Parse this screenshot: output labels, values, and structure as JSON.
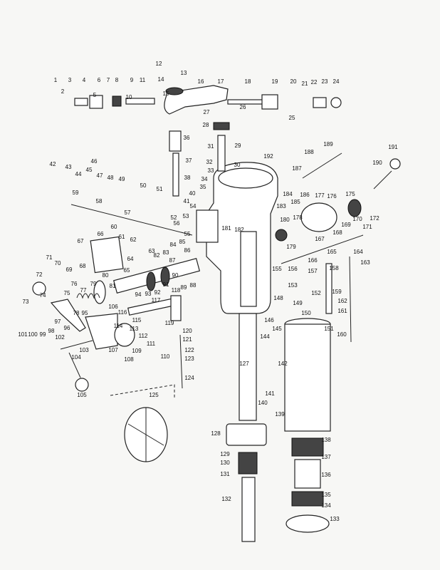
{
  "diagram": {
    "part_numbers": [
      "1",
      "2",
      "3",
      "4",
      "5",
      "6",
      "7",
      "8",
      "9",
      "10",
      "11",
      "12",
      "13",
      "14",
      "15",
      "16",
      "17",
      "18",
      "19",
      "20",
      "21",
      "22",
      "23",
      "24",
      "25",
      "26",
      "27",
      "28",
      "29",
      "30",
      "31",
      "32",
      "33",
      "34",
      "35",
      "36",
      "37",
      "38",
      "40",
      "41",
      "42",
      "43",
      "44",
      "45",
      "46",
      "47",
      "48",
      "49",
      "50",
      "51",
      "52",
      "53",
      "54",
      "55",
      "56",
      "57",
      "58",
      "59",
      "60",
      "61",
      "62",
      "63",
      "64",
      "65",
      "66",
      "67",
      "68",
      "69",
      "70",
      "71",
      "72",
      "73",
      "74",
      "75",
      "76",
      "77",
      "78",
      "79",
      "80",
      "81",
      "82",
      "83",
      "84",
      "85",
      "86",
      "87",
      "88",
      "89",
      "90",
      "91",
      "92",
      "93",
      "94",
      "95",
      "96",
      "97",
      "98",
      "99",
      "100",
      "101",
      "102",
      "103",
      "104",
      "105",
      "106",
      "107",
      "108",
      "109",
      "110",
      "111",
      "112",
      "113",
      "114",
      "115",
      "116",
      "117",
      "118",
      "119",
      "120",
      "121",
      "122",
      "123",
      "124",
      "125",
      "127",
      "128",
      "129",
      "130",
      "131",
      "132",
      "133",
      "134",
      "135",
      "136",
      "137",
      "138",
      "139",
      "140",
      "141",
      "142",
      "144",
      "145",
      "146",
      "148",
      "149",
      "150",
      "151",
      "152",
      "153",
      "155",
      "156",
      "157",
      "158",
      "159",
      "160",
      "161",
      "162",
      "163",
      "164",
      "165",
      "166",
      "167",
      "168",
      "169",
      "170",
      "171",
      "172",
      "175",
      "176",
      "177",
      "178",
      "179",
      "180",
      "181",
      "182",
      "183",
      "184",
      "185",
      "186",
      "187",
      "188",
      "189",
      "190",
      "191",
      "192"
    ]
  }
}
